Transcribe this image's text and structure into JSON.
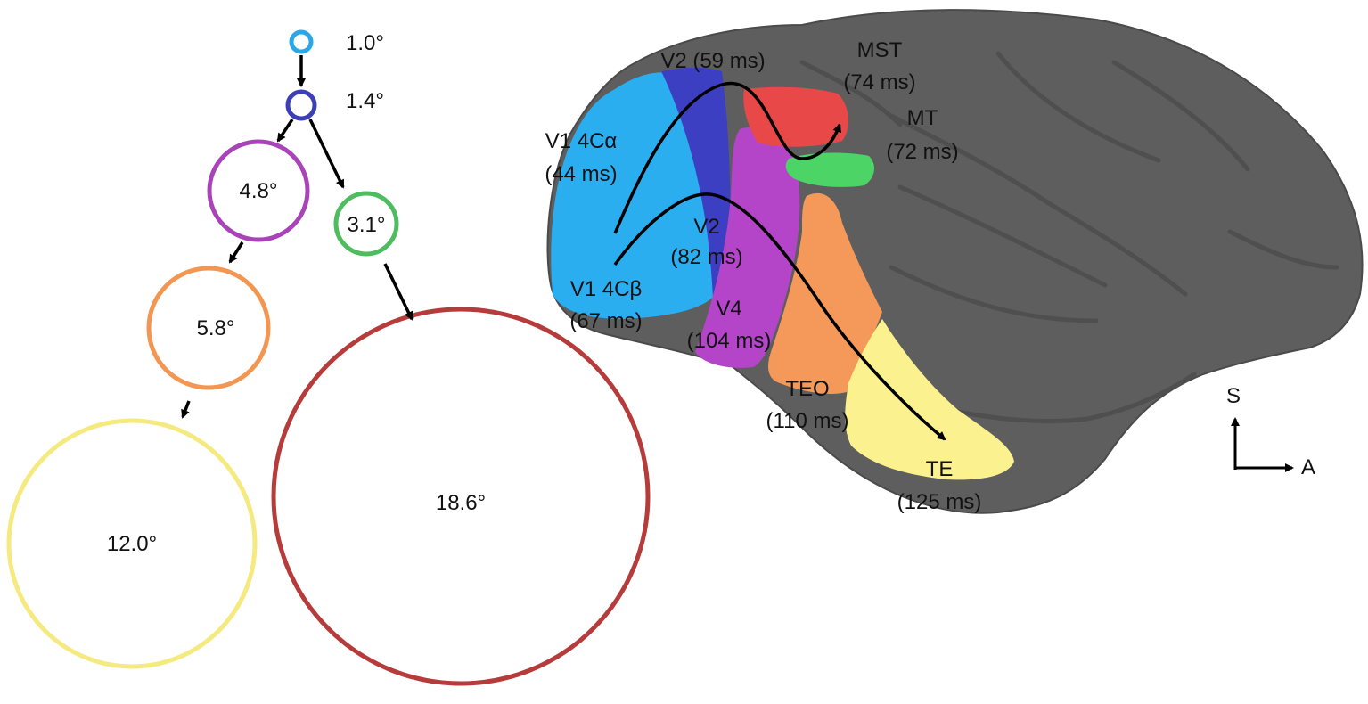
{
  "receptive_fields": [
    {
      "id": "rf-1-0",
      "label": "1.0°",
      "color": "#29a8e8"
    },
    {
      "id": "rf-1-4",
      "label": "1.4°",
      "color": "#3c3fb5"
    },
    {
      "id": "rf-4-8",
      "label": "4.8°",
      "color": "#a843b8"
    },
    {
      "id": "rf-3-1",
      "label": "3.1°",
      "color": "#4dbd5f"
    },
    {
      "id": "rf-5-8",
      "label": "5.8°",
      "color": "#f39651"
    },
    {
      "id": "rf-12-0",
      "label": "12.0°",
      "color": "#f5ea80"
    },
    {
      "id": "rf-18-6",
      "label": "18.6°",
      "color": "#b63b3b"
    }
  ],
  "brain_areas": {
    "v1_4ca": {
      "name": "V1 4Cα",
      "latency": "(44 ms)",
      "color": "#2aaef0"
    },
    "v1_4cb": {
      "name": "V1 4Cβ",
      "latency": "(67 ms)"
    },
    "v2_dorsal": {
      "label": "V2 (59 ms)",
      "color": "#3d3fc2"
    },
    "v2_ventral": {
      "name": "V2",
      "latency": "(82 ms)"
    },
    "mst": {
      "name": "MST",
      "latency": "(74 ms)",
      "color": "#e84848"
    },
    "mt": {
      "name": "MT",
      "latency": "(72 ms)",
      "color": "#4cd466"
    },
    "v4": {
      "name": "V4",
      "latency": "(104 ms)",
      "color": "#b445c9"
    },
    "teo": {
      "name": "TEO",
      "latency": "(110 ms)",
      "color": "#f5995a"
    },
    "te": {
      "name": "TE",
      "latency": "(125 ms)",
      "color": "#fbf28f"
    }
  },
  "orientation": {
    "superior": "S",
    "anterior": "A"
  },
  "colors": {
    "brain": "#5e5e5e",
    "brain_outline": "#4a4a4a",
    "sulcus": "#4f4f4f",
    "arrow": "#000000"
  }
}
